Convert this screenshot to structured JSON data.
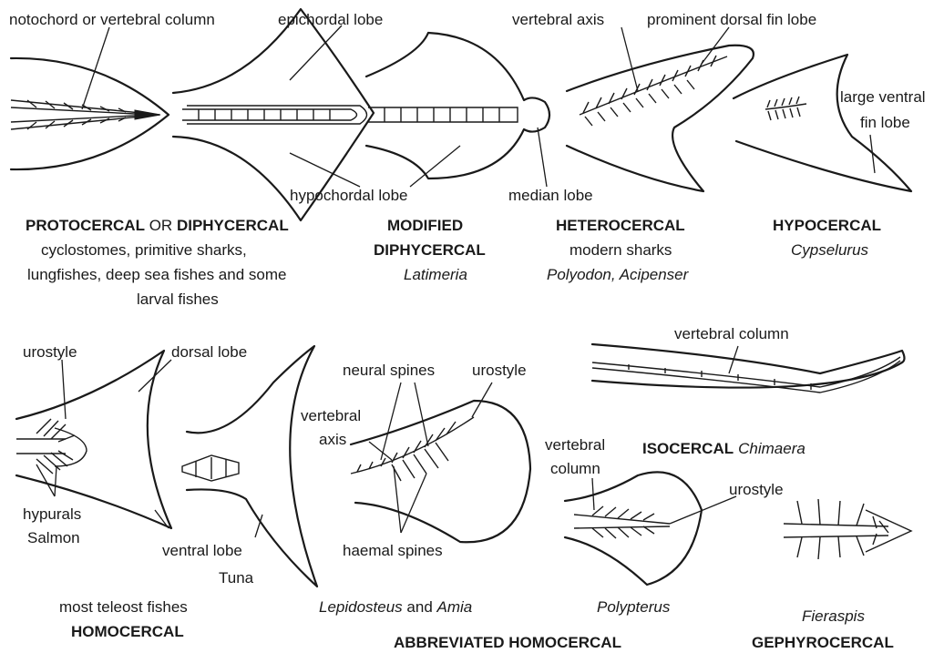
{
  "labels": {
    "notochord": "notochord or vertebral column",
    "epichordal": "epichordal lobe",
    "hypochordal": "hypochordal lobe",
    "median_lobe": "median lobe",
    "vertebral_axis_top": "vertebral axis",
    "prominent_dorsal": "prominent dorsal fin lobe",
    "large_ventral_1": "large ventral",
    "large_ventral_2": "fin lobe",
    "urostyle_1": "urostyle",
    "dorsal_lobe": "dorsal lobe",
    "hypurals": "hypurals",
    "salmon": "Salmon",
    "ventral_lobe": "ventral lobe",
    "tuna": "Tuna",
    "neural_spines": "neural spines",
    "urostyle_2": "urostyle",
    "vertebral_axis_1": "vertebral",
    "vertebral_axis_2": "axis",
    "haemal_spines": "haemal spines",
    "vertebral_column_iso": "vertebral column",
    "vertebral_column_1": "vertebral",
    "vertebral_column_2": "column",
    "urostyle_3": "urostyle"
  },
  "captions": {
    "protocercal_a": "PROTOCERCAL",
    "protocercal_or": " OR ",
    "protocercal_b": "DIPHYCERCAL",
    "protocercal_l1": "cyclostomes, primitive sharks,",
    "protocercal_l2": "lungfishes, deep sea fishes and some",
    "protocercal_l3": "larval fishes",
    "modified_1": "MODIFIED",
    "modified_2": "DIPHYCERCAL",
    "modified_ex": "Latimeria",
    "hetero": "HETEROCERCAL",
    "hetero_l1": "modern sharks",
    "hetero_l2": "Polyodon, Acipenser",
    "hypo": "HYPOCERCAL",
    "hypo_ex": "Cypselurus",
    "iso": "ISOCERCAL",
    "iso_ex": "Chimaera",
    "homo_l1": "most teleost fishes",
    "homo": "HOMOCERCAL",
    "lepi_a": "Lepidosteus",
    "lepi_and": " and ",
    "lepi_b": "Amia",
    "abbrev": "ABBREVIATED HOMOCERCAL",
    "polypterus": "Polypterus",
    "fieraspis": "Fieraspis",
    "gephyro": "GEPHYROCERCAL"
  }
}
